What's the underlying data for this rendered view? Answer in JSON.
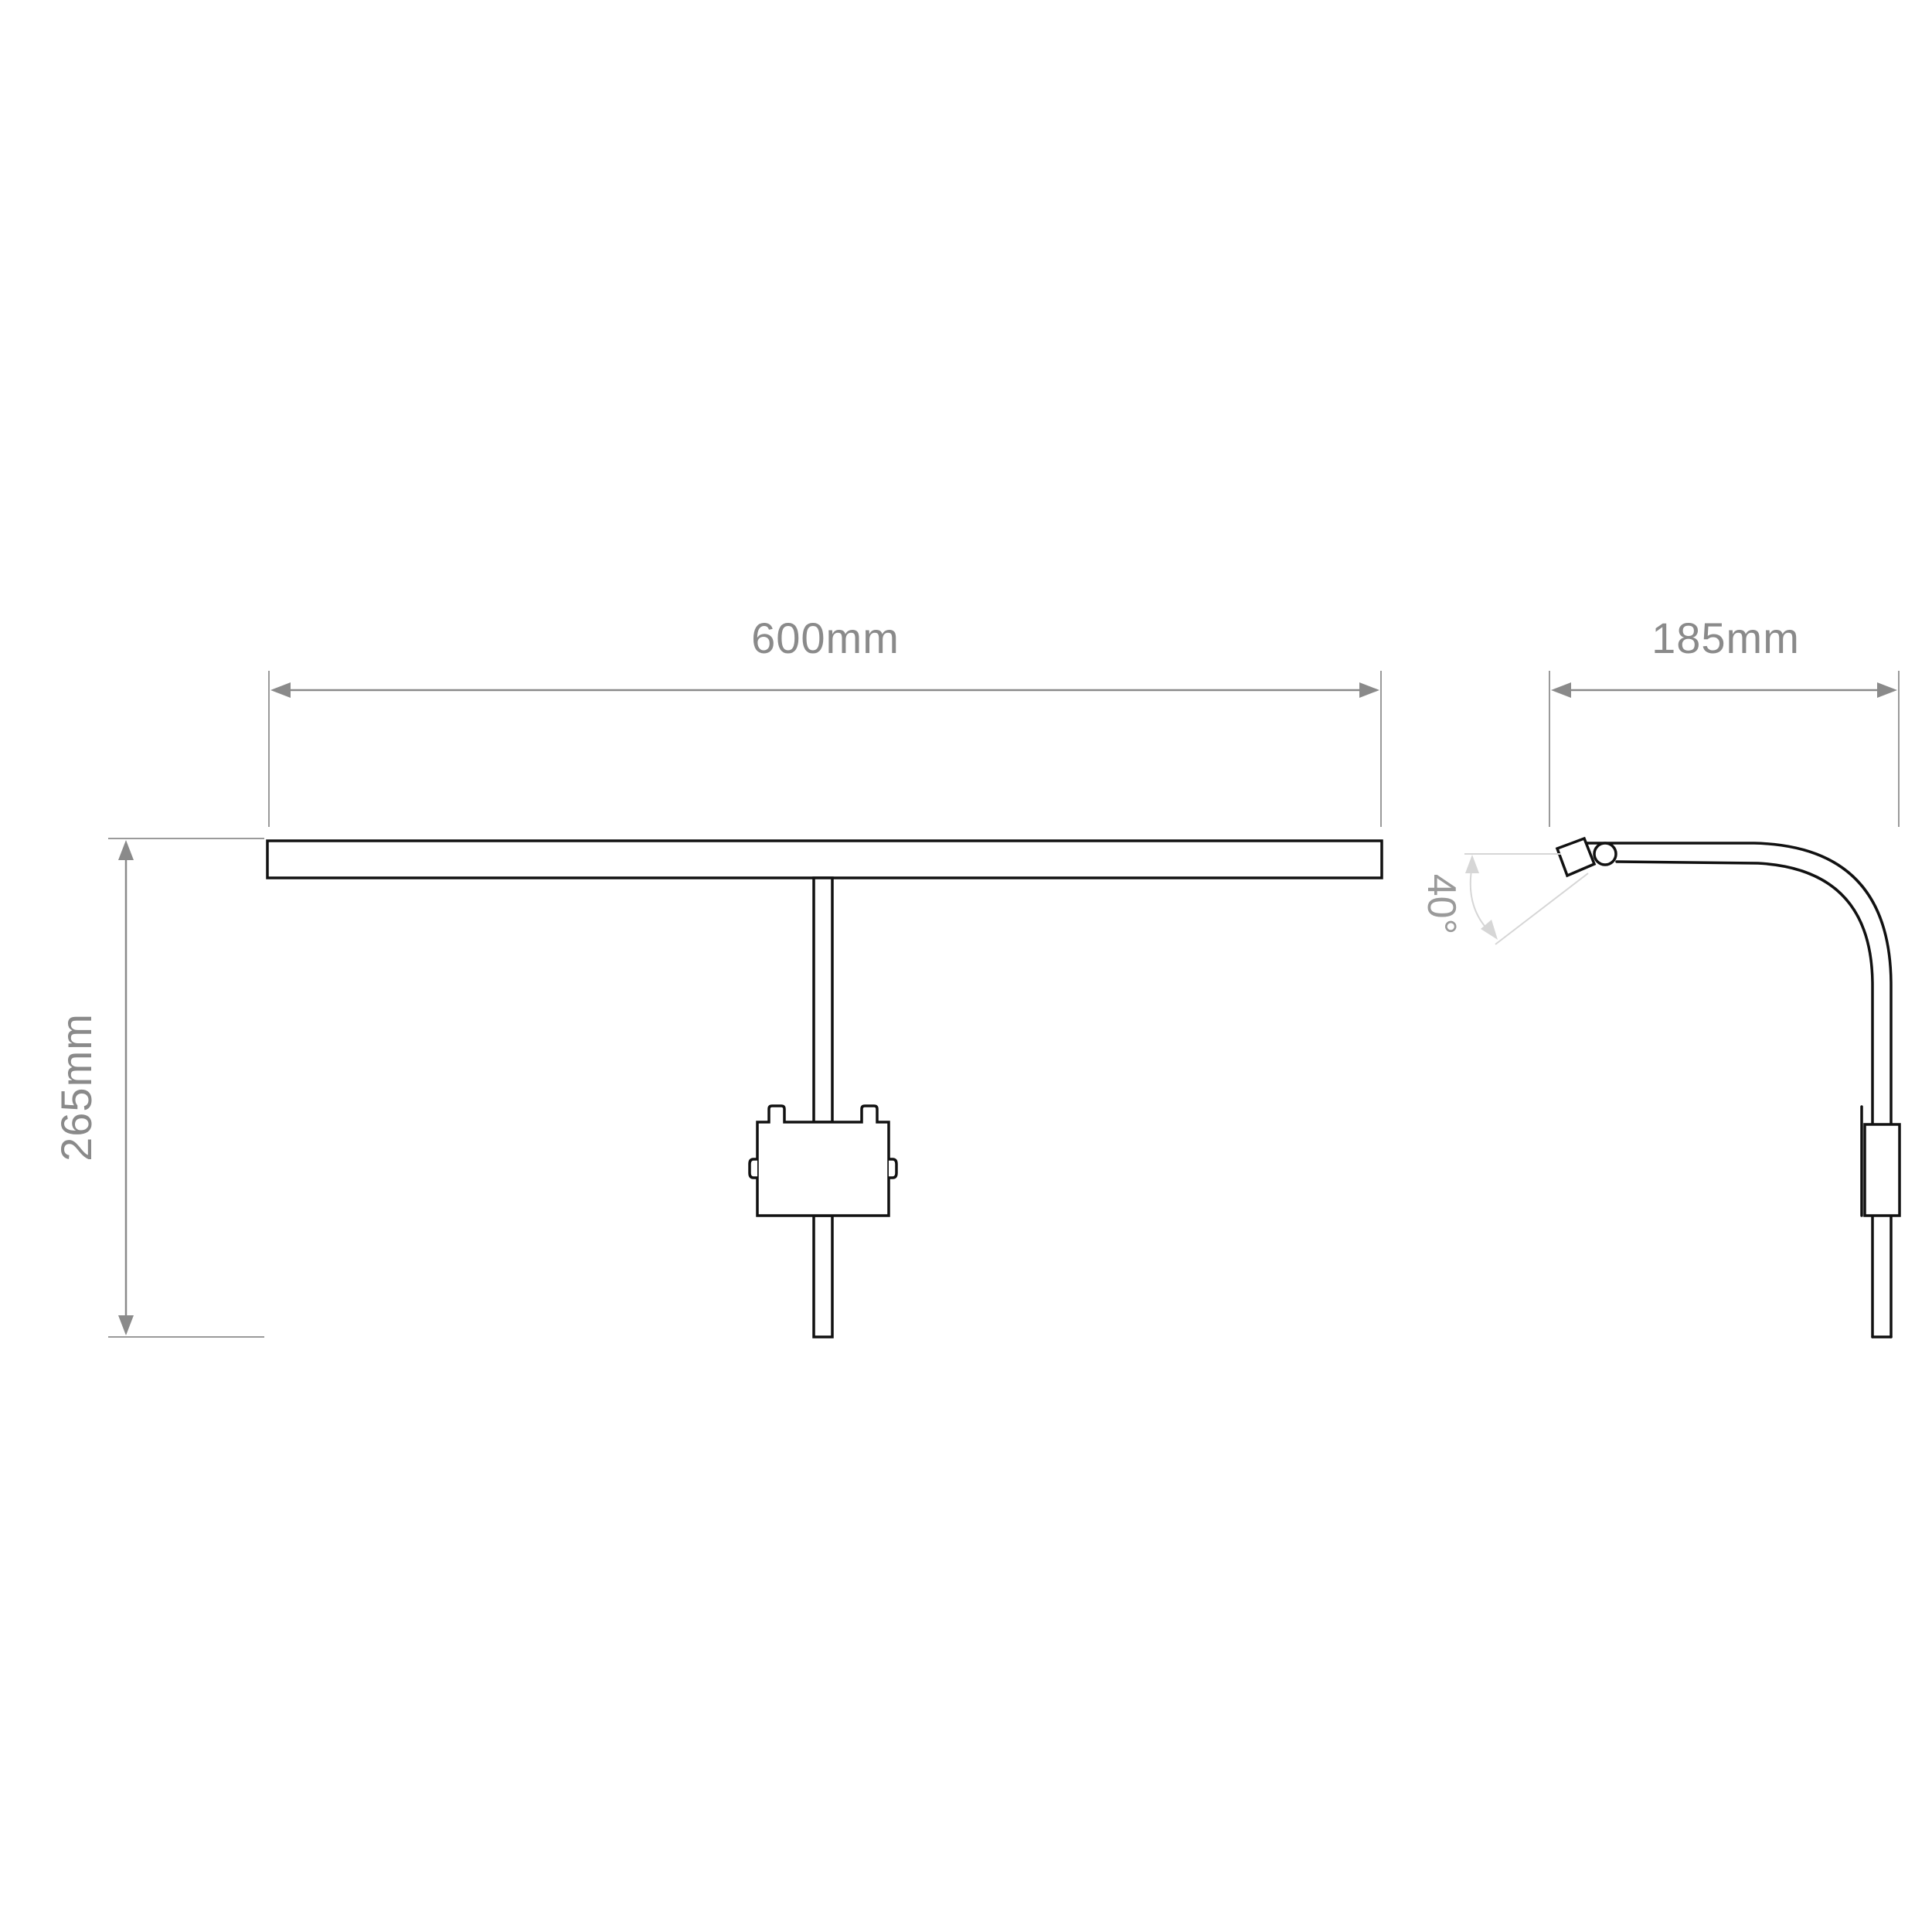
{
  "dimensions": {
    "width_label": "600mm",
    "height_label": "265mm",
    "depth_label": "185mm",
    "angle_label": "40°"
  },
  "colors": {
    "outline": "#111111",
    "dimension": "#8a8a8a",
    "angle_guide": "#d6d6d6",
    "background": "#ffffff"
  }
}
